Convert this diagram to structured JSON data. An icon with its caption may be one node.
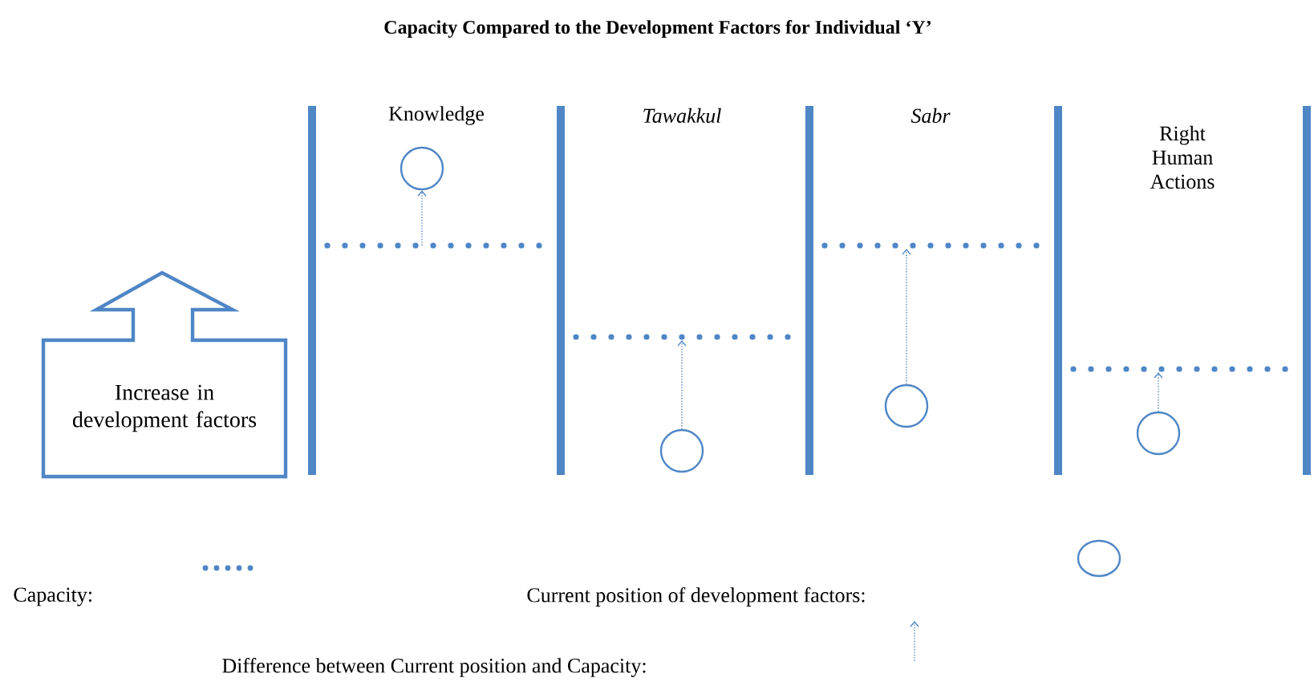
{
  "diagram": {
    "title": "Capacity Compared to the Development Factors for Individual ‘Y’",
    "nodes": [
      {
        "text": [
          "Increase in development factors"
        ]
      },
      {
        "text": [],
        "shape": "circle"
      },
      {
        "text": [],
        "shape": "circle"
      },
      {
        "text": [],
        "shape": "circle"
      },
      {
        "text": [],
        "shape": "circle"
      }
    ],
    "edges": [
      {
        "from": null,
        "to": 1,
        "arrow": "to"
      },
      {
        "from": 2,
        "to": null,
        "arrow": "to"
      },
      {
        "from": 3,
        "to": null,
        "arrow": "to"
      },
      {
        "from": 4,
        "to": null,
        "arrow": "to"
      }
    ],
    "labels": [
      "Knowledge",
      "Tawakkul",
      "Sabr",
      "Right Human Actions"
    ],
    "legend": [
      {
        "text": "Capacity:"
      },
      {
        "text": "Current position of development factors:"
      },
      {
        "text": "Difference between Current position and Capacity:"
      }
    ]
  }
}
